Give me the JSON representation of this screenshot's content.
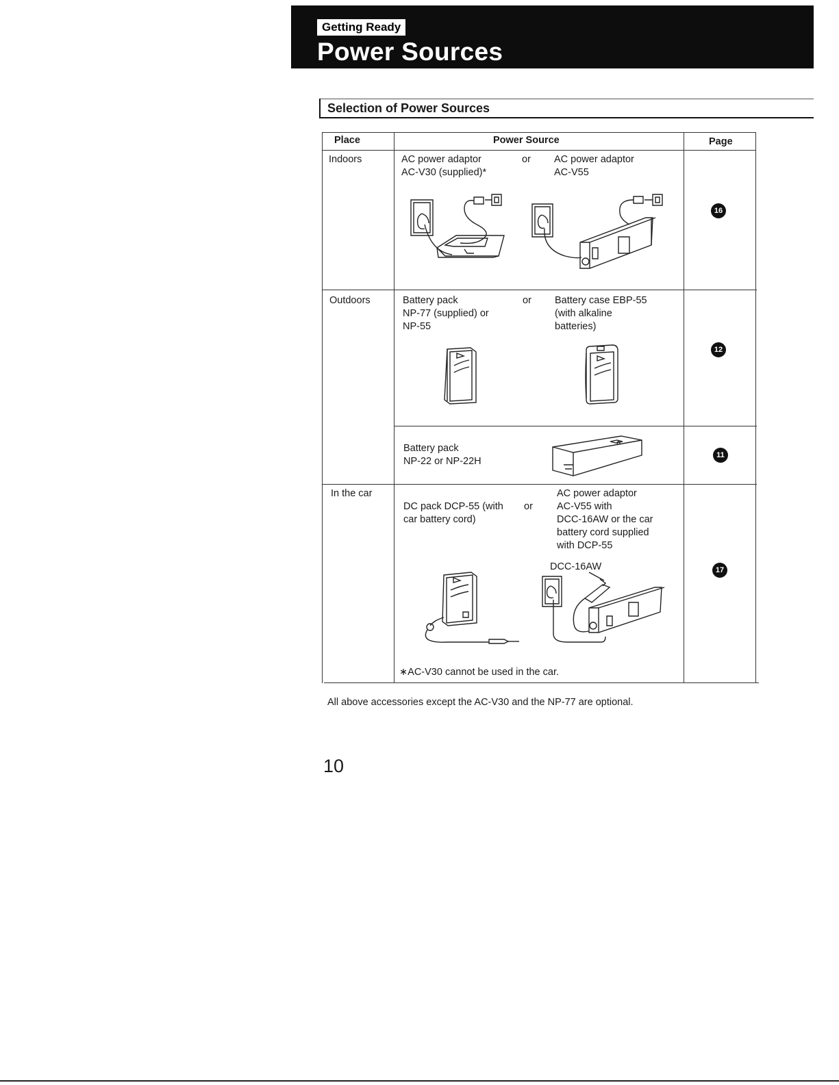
{
  "header": {
    "section_label": "Getting Ready",
    "title": "Power Sources"
  },
  "subsection": {
    "title": "Selection of Power Sources"
  },
  "table": {
    "col_place": "Place",
    "col_power_source": "Power Source",
    "col_page": "Page",
    "rows": [
      {
        "place": "Indoors",
        "left_text": "AC power adaptor\nAC-V30 (supplied)*",
        "or": "or",
        "right_text": "AC power adaptor\nAC-V55",
        "page": "16"
      },
      {
        "place": "Outdoors",
        "left_text": "Battery pack\nNP-77 (supplied) or\nNP-55",
        "or": "or",
        "right_text": "Battery case EBP-55\n(with alkaline\nbatteries)",
        "page": "12"
      },
      {
        "place": "",
        "left_text": "Battery pack\nNP-22 or NP-22H",
        "page": "11"
      },
      {
        "place": "In the car",
        "left_text": "DC pack DCP-55 (with\ncar battery cord)",
        "or": "or",
        "right_text": "AC power adaptor\nAC-V55 with\nDCC-16AW or the car\nbattery cord supplied\nwith DCP-55",
        "callout": "DCC-16AW",
        "note": "∗AC-V30 cannot be used in the car.",
        "page": "17"
      }
    ]
  },
  "footnote": "All above accessories except the AC-V30 and the NP-77 are optional.",
  "page_number": "10"
}
